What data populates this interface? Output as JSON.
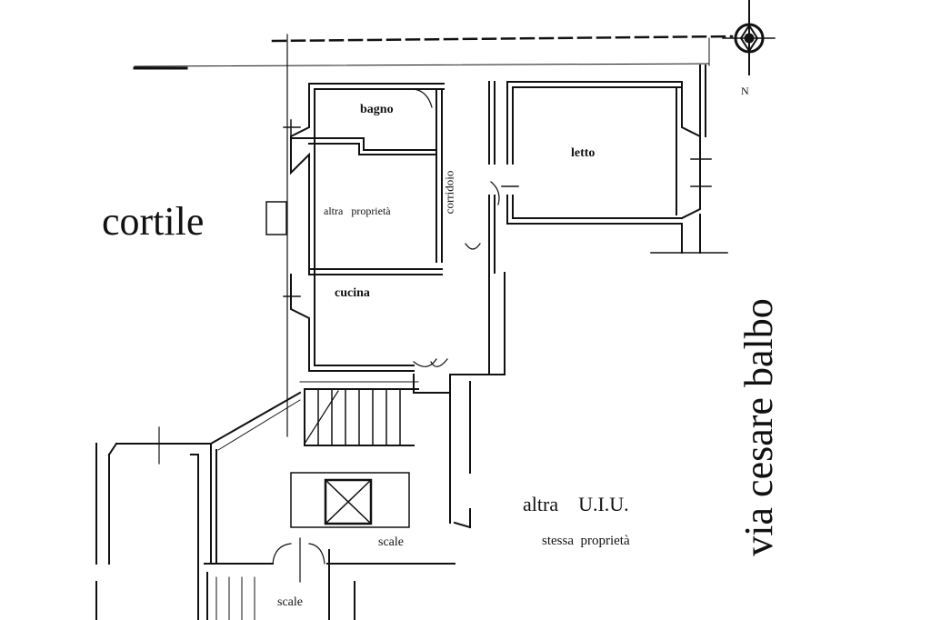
{
  "rooms": {
    "bagno": "bagno",
    "letto": "letto",
    "altra_proprieta": "altra   proprietà",
    "corridoio": "corridoio",
    "cucina": "cucina",
    "scale_1": "scale",
    "scale_2": "scale"
  },
  "areas": {
    "cortile": "cortile",
    "street": "via cesare balbo",
    "other_unit_title": "altra    U.I.U.",
    "other_unit_subtitle": "stessa  proprietà"
  },
  "compass": {
    "north_label": "N"
  },
  "colors": {
    "ink": "#111111",
    "paper": "#ffffff"
  }
}
